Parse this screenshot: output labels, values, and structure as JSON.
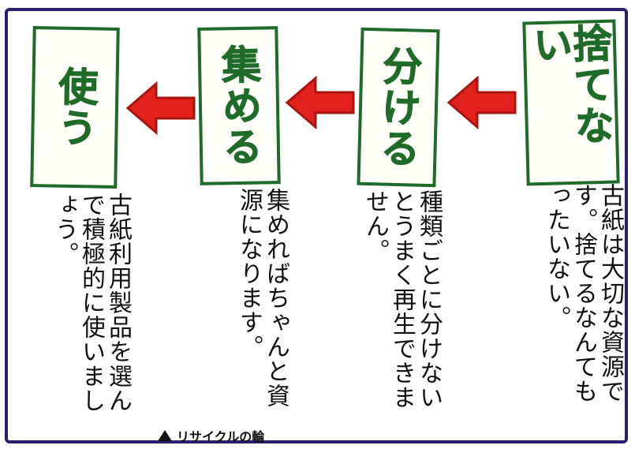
{
  "steps": [
    {
      "title": "捨てない",
      "text": "古紙は大切な資源です。捨てるなんてもったいない。"
    },
    {
      "title": "分ける",
      "text": "種類ごとに分けないとうまく再生できません。"
    },
    {
      "title": "集める",
      "text": "集めればちゃんと資源になります。"
    },
    {
      "title": "使う",
      "text": "古紙利用製品を選んで積極的に使いましょう。"
    }
  ],
  "credit": "リサイクルの輪",
  "colors": {
    "banner_border": "#1f6b2a",
    "arrow_fill": "#e2211c",
    "frame": "#2b1f6e",
    "text": "#111111"
  }
}
